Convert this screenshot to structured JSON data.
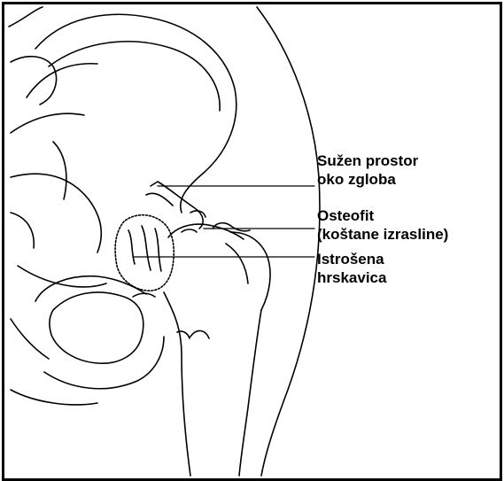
{
  "labels": {
    "narrowed_space": {
      "line1": "Sužen prostor",
      "line2": "oko zgloba"
    },
    "osteophyte": {
      "line1": "Osteofit",
      "line2": "(koštane izrasline)"
    },
    "worn_cartilage": {
      "line1": "Istrošena",
      "line2": "hrskavica"
    }
  },
  "colors": {
    "ink": "#000000",
    "paper": "#ffffff"
  }
}
